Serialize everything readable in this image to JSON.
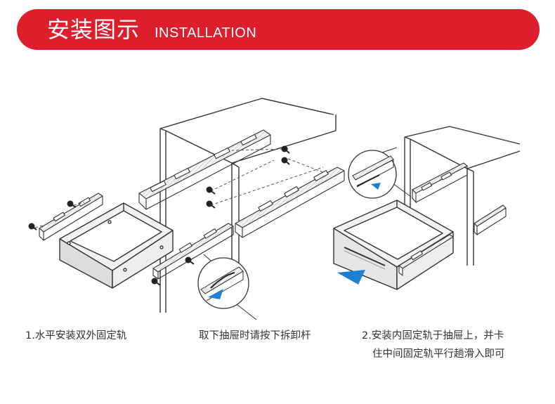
{
  "header": {
    "title_cn": "安装图示",
    "title_en": "INSTALLATION"
  },
  "captions": {
    "step1": "1.水平安装双外固定轨",
    "step_remove": "取下抽屉时请按下拆卸杆",
    "step2_line1": "2.安装内固定轨于抽屉上，并卡",
    "step2_line2": "住中间固定轨平行趟滑入即可"
  },
  "colors": {
    "banner": "#dc1e2d",
    "accent_arrow": "#1f7fd1",
    "line": "#333333"
  }
}
